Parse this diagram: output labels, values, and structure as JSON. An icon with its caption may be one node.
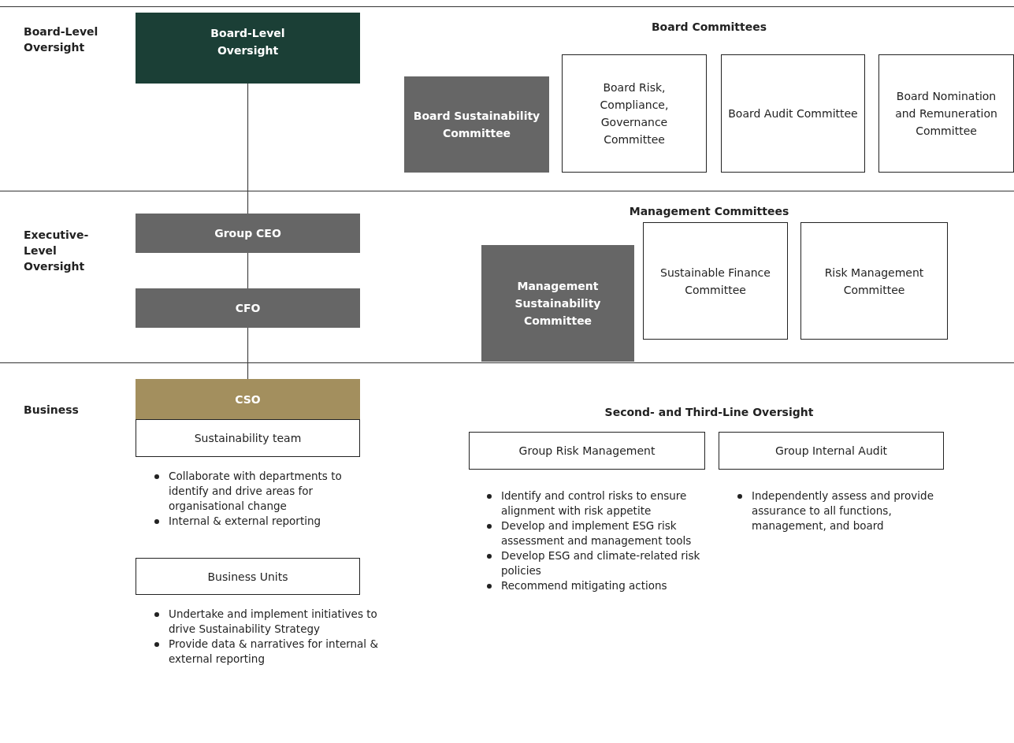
{
  "diagram": {
    "nodes": [
      {
        "text": [
          "Board-Level Oversight"
        ]
      },
      {
        "text": [
          "Board Sustainability Committee"
        ]
      },
      {
        "text": [
          "Board Risk, Compliance, Governance Committee"
        ]
      },
      {
        "text": [
          "Board Audit Committee"
        ]
      },
      {
        "text": [
          "Board Nomination and Remuneration Committee"
        ]
      },
      {
        "text": [
          "Group CEO"
        ]
      },
      {
        "text": [
          "CFO"
        ]
      },
      {
        "text": [
          "Management Sustainability Committee"
        ]
      },
      {
        "text": [
          "Sustainable Finance Committee"
        ]
      },
      {
        "text": [
          "Risk Management Committee"
        ]
      },
      {
        "text": [
          "CSO"
        ]
      },
      {
        "text": [
          "Sustainability team"
        ],
        "beside": [
          "Collaborate with departments to identify and drive areas for organisational change",
          "Internal & external reporting"
        ]
      },
      {
        "text": [
          "Business Units"
        ],
        "beside": [
          "Undertake and implement initiatives to drive Sustainability Strategy",
          "Provide data & narratives for internal & external reporting"
        ]
      },
      {
        "text": [
          "Group Risk Management"
        ],
        "beside": [
          "Identify and control risks to ensure alignment with risk appetite",
          "Develop and implement ESG risk assessment and management tools",
          "Develop ESG and climate-related risk policies",
          "Recommend mitigating actions"
        ]
      },
      {
        "text": [
          "Group Internal Audit"
        ],
        "beside": [
          "Independently assess and provide assurance to all functions, management, and board"
        ]
      }
    ],
    "edges": [
      {
        "from": 0,
        "to": 5,
        "arrow": "none"
      },
      {
        "from": 5,
        "to": 6,
        "arrow": "none"
      },
      {
        "from": 6,
        "to": 10,
        "arrow": "none"
      }
    ],
    "labels": [
      "Board-Level Oversight",
      "Board Committees",
      "Executive-Level Oversight",
      "Management Committees",
      "Business",
      "Second- and Third-Line Oversight"
    ]
  }
}
